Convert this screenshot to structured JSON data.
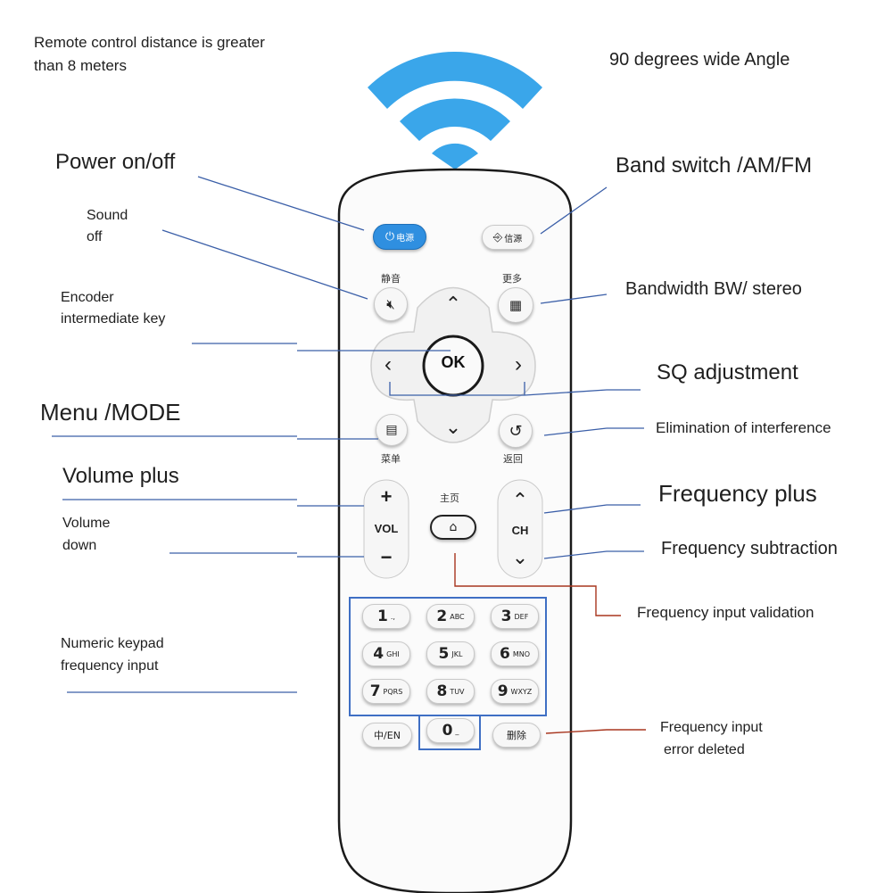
{
  "labels": {
    "distance_line1": "Remote control distance is greater",
    "distance_line2": "than 8 meters",
    "angle": "90 degrees wide Angle",
    "power": "Power on/off",
    "band": "Band switch /AM/FM",
    "sound_line1": "Sound",
    "sound_line2": "off",
    "bandwidth": "Bandwidth BW/ stereo",
    "encoder_line1": "Encoder",
    "encoder_line2": "intermediate key",
    "sq": "SQ adjustment",
    "menu": "Menu /MODE",
    "interference": "Elimination of interference",
    "vol_plus": "Volume plus",
    "vol_down_line1": "Volume",
    "vol_down_line2": "down",
    "freq_plus": "Frequency plus",
    "freq_sub": "Frequency subtraction",
    "freq_valid": "Frequency input validation",
    "keypad_line1": "Numeric keypad",
    "keypad_line2": "frequency input",
    "err_line1": "Frequency input",
    "err_line2": "error deleted"
  },
  "remote": {
    "power_text": "电源",
    "source_text": "信源",
    "mute_caption": "静音",
    "more_caption": "更多",
    "ok": "OK",
    "menu_caption": "菜单",
    "back_caption": "返回",
    "home_caption": "主页",
    "vol_plus": "+",
    "vol": "VOL",
    "vol_minus": "−",
    "ch_up": "⌃",
    "ch": "CH",
    "ch_down": "⌄",
    "lang": "中/EN",
    "delete": "删除",
    "keys": [
      {
        "digit": "1",
        "sub": ".,"
      },
      {
        "digit": "2",
        "sub": "ABC"
      },
      {
        "digit": "3",
        "sub": "DEF"
      },
      {
        "digit": "4",
        "sub": "GHI"
      },
      {
        "digit": "5",
        "sub": "JKL"
      },
      {
        "digit": "6",
        "sub": "MNO"
      },
      {
        "digit": "7",
        "sub": "PQRS"
      },
      {
        "digit": "8",
        "sub": "TUV"
      },
      {
        "digit": "9",
        "sub": "WXYZ"
      },
      {
        "digit": "0",
        "sub": "_"
      }
    ]
  },
  "colors": {
    "power_button": "#2f8fe0",
    "signal": "#3aa6ea",
    "leader_blue": "#3b5fa8",
    "leader_red": "#a8361f",
    "keypad_box": "#3f6fc4"
  }
}
